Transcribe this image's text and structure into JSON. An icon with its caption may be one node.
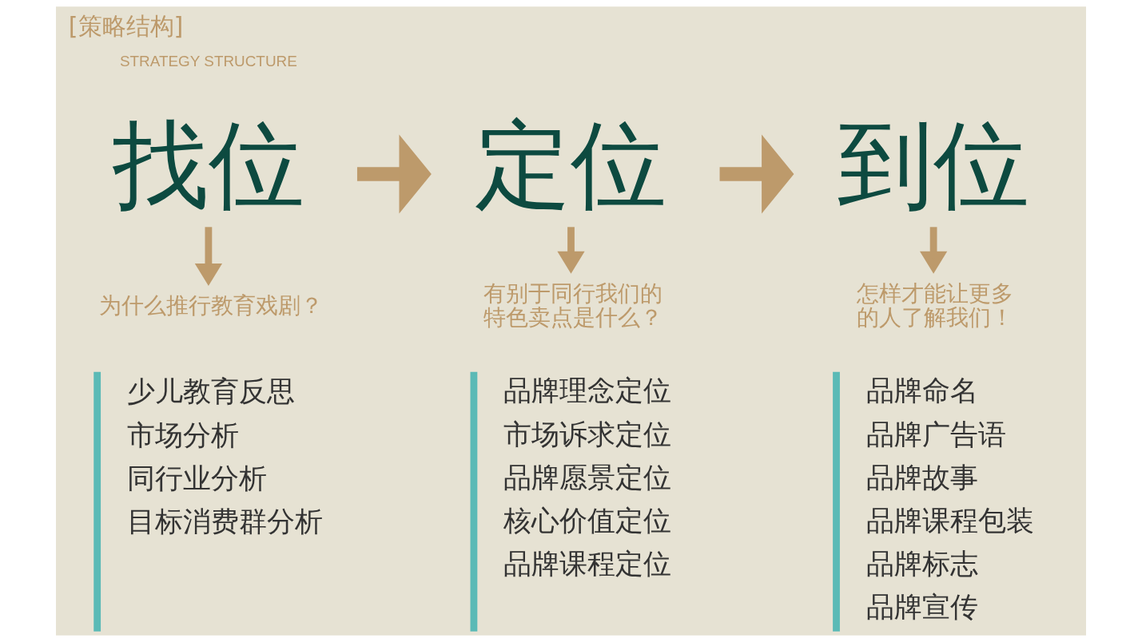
{
  "diagram": {
    "title": "[策略结构]",
    "nodes": [
      {
        "text": [
          "找位"
        ]
      },
      {
        "text": [
          "为什么推行教育戏剧？"
        ]
      },
      {
        "text": [
          "少儿教育反思",
          "市场分析",
          "同行业分析",
          "目标消费群分析"
        ]
      },
      {
        "text": [
          "定位"
        ]
      },
      {
        "text": [
          "有别于同行我们的特色卖点是什么？"
        ]
      },
      {
        "text": [
          "品牌理念定位",
          "市场诉求定位",
          "品牌愿景定位",
          "核心价值定位",
          "品牌课程定位"
        ]
      },
      {
        "text": [
          "到位"
        ]
      },
      {
        "text": [
          "怎样才能让更多的人了解我们！"
        ]
      },
      {
        "text": [
          "品牌命名",
          "品牌广告语",
          "品牌故事",
          "品牌课程包装",
          "品牌标志",
          "品牌宣传"
        ]
      }
    ],
    "edges": [
      {
        "from": 0,
        "to": 3,
        "arrow": "to",
        "style": "thick"
      },
      {
        "from": 3,
        "to": 6,
        "arrow": "to",
        "style": "thick"
      },
      {
        "from": 0,
        "to": 1,
        "arrow": "to"
      },
      {
        "from": 3,
        "to": 4,
        "arrow": "to"
      },
      {
        "from": 6,
        "to": 7,
        "arrow": "to"
      }
    ],
    "labels": [
      "STRATEGY STRUCTURE"
    ]
  }
}
